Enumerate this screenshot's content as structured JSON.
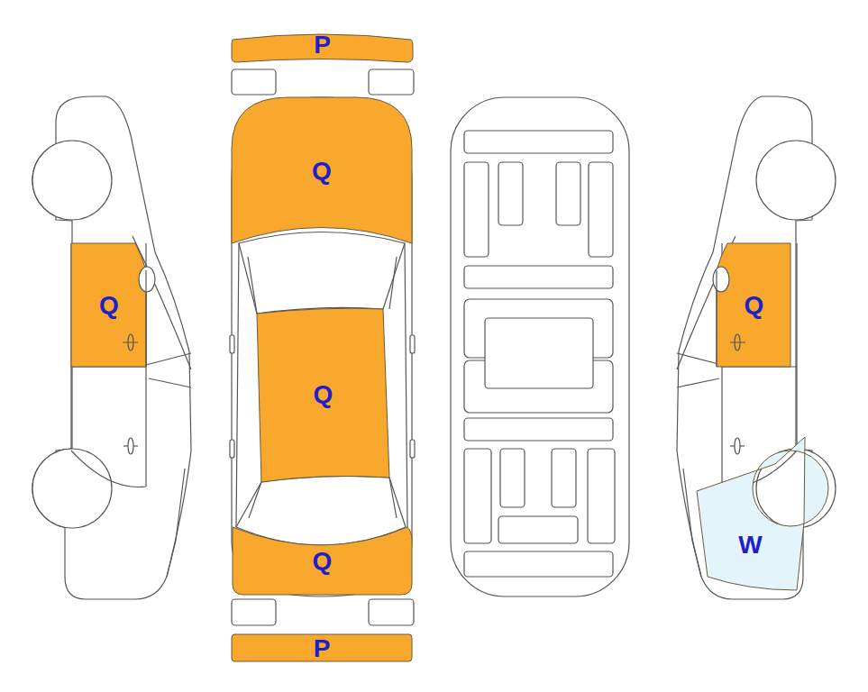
{
  "diagram": {
    "nodes": [
      {
        "text": [
          "P"
        ]
      },
      {
        "text": [
          "Q"
        ]
      },
      {
        "text": [
          "Q"
        ]
      },
      {
        "text": [
          "Q"
        ]
      },
      {
        "text": [
          "Q"
        ]
      },
      {
        "text": [
          "W"
        ]
      },
      {
        "text": [
          "Q"
        ]
      },
      {
        "text": [
          "P"
        ]
      }
    ]
  }
}
